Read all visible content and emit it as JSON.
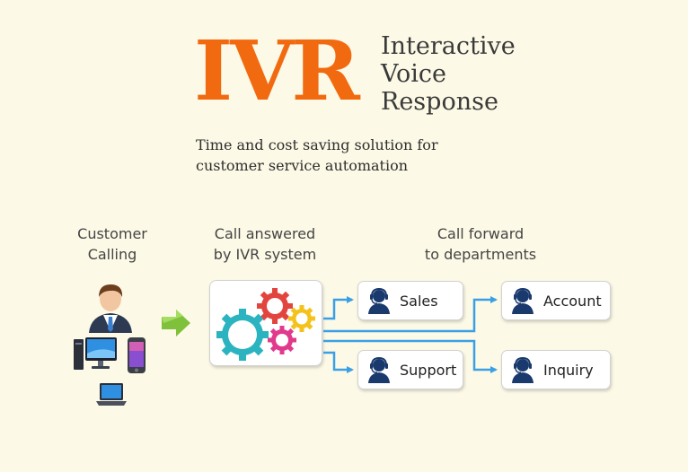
{
  "header": {
    "logo_text": "IVR",
    "subtitle_lines": [
      "Interactive",
      "Voice",
      "Response"
    ],
    "tagline_lines": [
      "Time and cost saving solution for",
      "customer service automation"
    ]
  },
  "columns": {
    "customer": [
      "Customer",
      "Calling"
    ],
    "ivr": [
      "Call answered",
      "by IVR system"
    ],
    "departments": [
      "Call forward",
      "to departments"
    ]
  },
  "departments": [
    {
      "label": "Sales"
    },
    {
      "label": "Account"
    },
    {
      "label": "Support"
    },
    {
      "label": "Inquiry"
    }
  ],
  "colors": {
    "logo": "#f26a10",
    "arrow": "#3aa0e6",
    "transfer_arrow": "#7fc13a",
    "agent": "#1a3a6e",
    "gear_red": "#e2453e",
    "gear_teal": "#2bb3c0",
    "gear_yellow": "#f4c21c",
    "gear_pink": "#e13a8c"
  }
}
